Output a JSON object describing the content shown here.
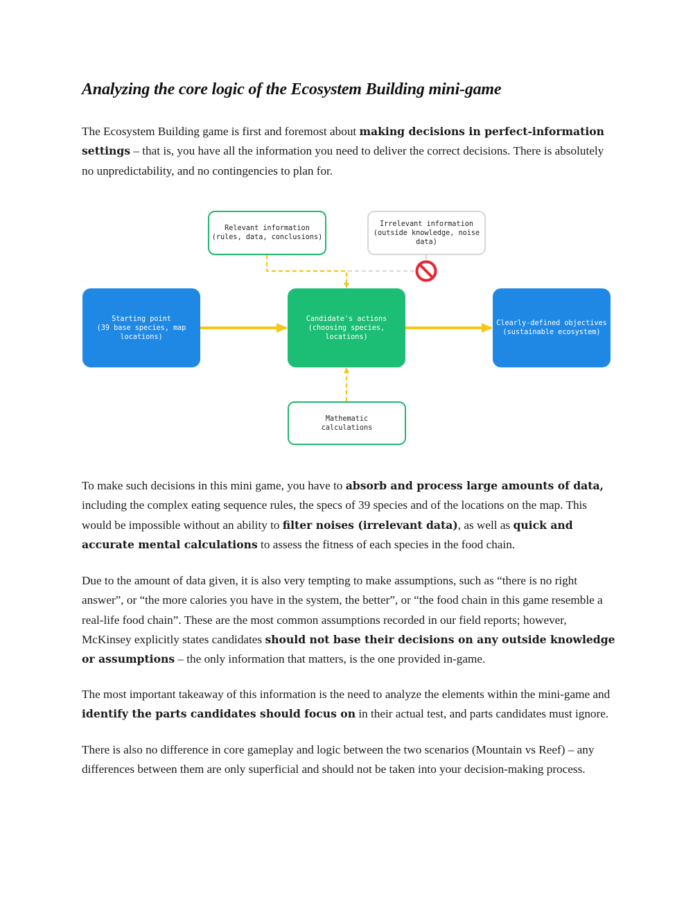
{
  "title": "Analyzing the core logic of the Ecosystem Building mini-game",
  "p1": {
    "a": "The Ecosystem Building game is first and foremost about ",
    "b": "making decisions in perfect-information settings",
    "c": " – that is, you have all the information you need to deliver the correct decisions. There is absolutely no unpredictability, and no contingencies to plan for."
  },
  "diagram": {
    "relevant": "Relevant information\n(rules, data, conclusions)",
    "irrelevant": "Irrelevant information\n(outside knowledge, noise\ndata)",
    "start": "Starting point\n(39 base species, map\nlocations)",
    "actions": "Candidate's actions\n(choosing species,\nlocations)",
    "objectives": "Clearly-defined objectives\n(sustainable ecosystem)",
    "math": "Mathematic\ncalculations",
    "colors": {
      "blue": "#1f88e5",
      "green": "#1cbd75",
      "green_outline": "#1fb76e",
      "arrow": "#f5c518",
      "blocked_line": "#d9d9d9",
      "prohibit": "#e8262f"
    },
    "blocked_icon": "prohibited-icon"
  },
  "p2": {
    "a": "To make such decisions in this mini game, you have to ",
    "b": "absorb and process large amounts of data,",
    "c": " including the complex eating sequence rules, the specs of 39 species and of the locations on the map. This would be impossible without an ability to ",
    "d": "filter noises (irrelevant data)",
    "e": ", as well as ",
    "f": "quick and accurate mental calculations",
    "g": " to assess the fitness of each species in the food chain."
  },
  "p3": {
    "a": "Due to the amount of data given, it is also very tempting to make assumptions, such as “there is no right answer”, or “the more calories you have in the system, the better”, or “the food chain in this game resemble a real-life food chain”. These are the most common assumptions recorded in our field reports; however, McKinsey explicitly states candidates ",
    "b": "should not base their decisions on any outside knowledge or assumptions",
    "c": " – the only information that matters, is the one provided in-game."
  },
  "p4": {
    "a": "The most important takeaway of this information is the need to analyze the elements within the mini-game and ",
    "b": "identify the parts candidates should focus on",
    "c": " in their actual test, and parts candidates must ignore."
  },
  "p5": {
    "a": "There is also no difference in core gameplay and logic between the two scenarios (Mountain vs Reef) – any differences between them are only superficial and should not be taken into your decision-making process."
  }
}
